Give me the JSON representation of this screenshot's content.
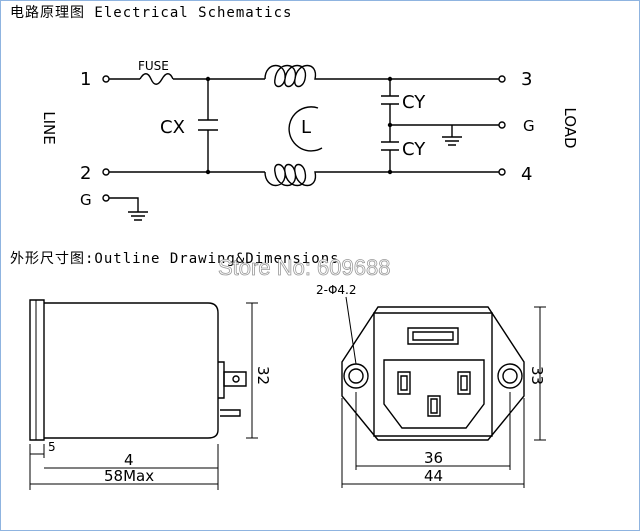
{
  "schematic": {
    "title": "电路原理图 Electrical Schematics",
    "side_left": "LINE",
    "side_right": "LOAD",
    "terminals": {
      "t1": "1",
      "t2": "2",
      "t3": "3",
      "t4": "4",
      "g_left": "G",
      "g_right": "G"
    },
    "components": {
      "fuse": "FUSE",
      "cx": "CX",
      "cy_top": "CY",
      "cy_bottom": "CY",
      "inductor": "L"
    }
  },
  "outline": {
    "title": "外形尺寸图:Outline Drawing&Dimensions",
    "watermark": "Store No: 609688",
    "dims": {
      "side_height": "32",
      "base_5": "5",
      "base_4": "4",
      "length": "58Max",
      "hole": "2-Φ4.2",
      "height": "33",
      "inner_width": "36",
      "outer_width": "44"
    }
  },
  "colors": {
    "line": "#000000",
    "frame": "#8fb4e0",
    "watermark_stroke": "#9a9a9a"
  }
}
